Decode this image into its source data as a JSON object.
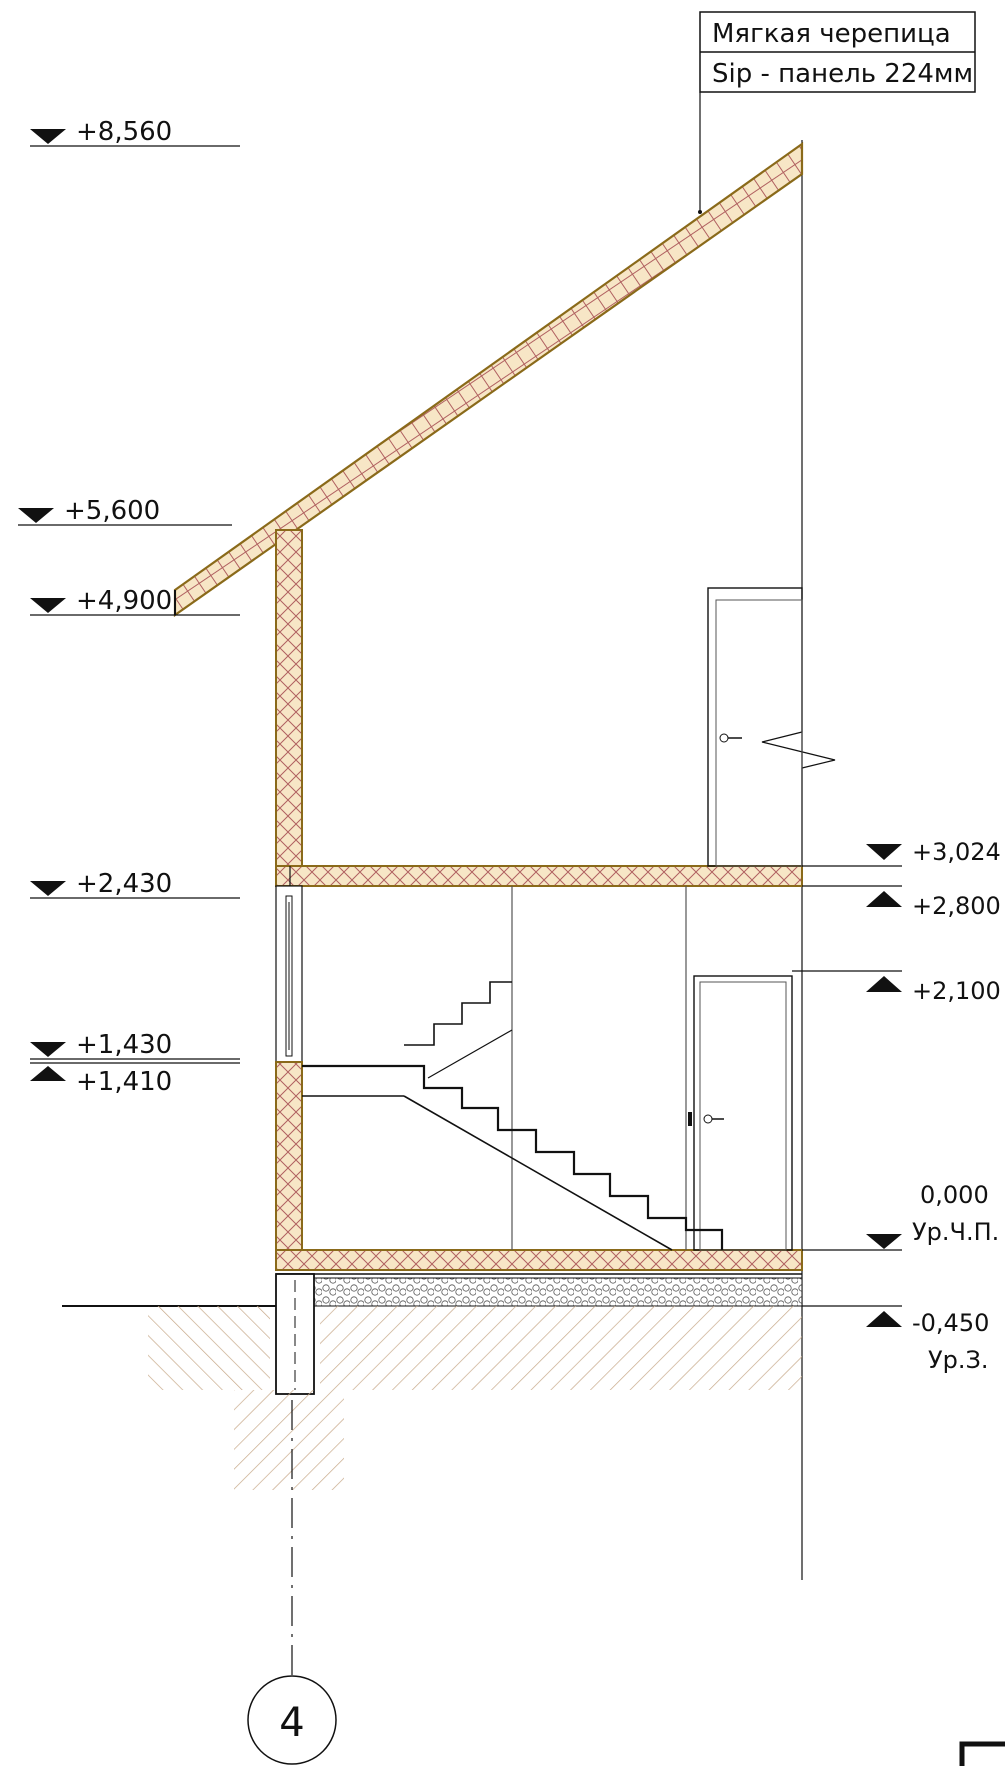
{
  "legend": {
    "row1": "Мягкая черепица",
    "row2": "Sip - панель 224мм"
  },
  "levels_left": [
    {
      "text": "+8,560"
    },
    {
      "text": "+5,600"
    },
    {
      "text": "+4,900"
    },
    {
      "text": "+2,430"
    },
    {
      "text": "+1,430"
    },
    {
      "text": "+1,410"
    }
  ],
  "levels_right": [
    {
      "text": "+3,024"
    },
    {
      "text": "+2,800"
    },
    {
      "text": "+2,100"
    },
    {
      "text": "0,000"
    },
    {
      "text": "Ур.Ч.П."
    },
    {
      "text": "-0,450"
    },
    {
      "text": "Ур.З."
    }
  ],
  "axis_marker": "4",
  "colors": {
    "line": "#111111",
    "sip_fill": "#f7e6c6",
    "sip_hatch": "#b06060",
    "panel_edge": "#8a6a1a",
    "soil_hatch": "#c7a98a"
  }
}
